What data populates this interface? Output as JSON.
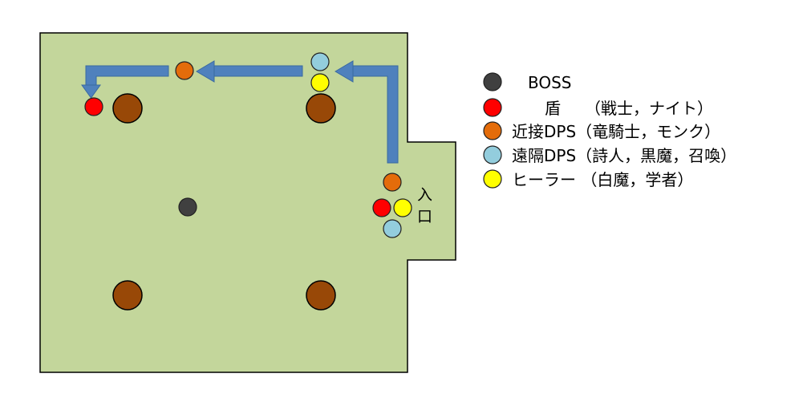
{
  "colors": {
    "floor": "#c3d69b",
    "border": "#000000",
    "arrow": "#4f81bd",
    "boss": "#404040",
    "tank": "#ff0000",
    "melee": "#e46c0a",
    "ranged": "#93cddd",
    "healer": "#ffff00",
    "pillar": "#984807"
  },
  "entrance": {
    "char1": "入",
    "char2": "口"
  },
  "legend": [
    {
      "role": "boss",
      "label": "BOSS"
    },
    {
      "role": "tank",
      "label": "盾　　（戦士，ナイト）"
    },
    {
      "role": "melee",
      "label": "近接DPS（竜騎士，モンク）"
    },
    {
      "role": "ranged",
      "label": "遠隔DPS（詩人，黒魔，召喚）"
    },
    {
      "role": "healer",
      "label": "ヒーラー （白魔，学者）"
    }
  ]
}
